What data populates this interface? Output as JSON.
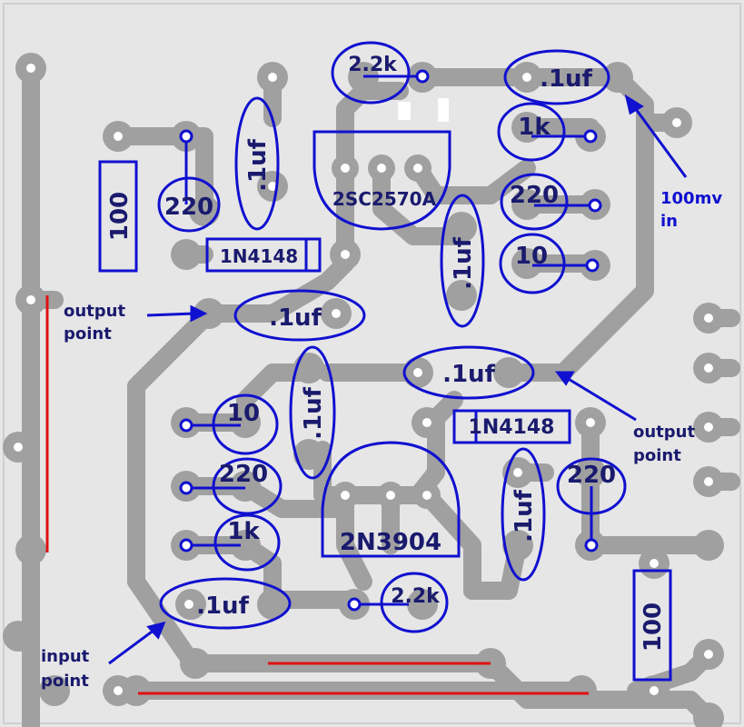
{
  "components": {
    "r_100_left": "100",
    "r_220_top_left": "220",
    "c_01_vert_top": ".1uf",
    "r_22k_top": "2.2k",
    "c_01_top_right": ".1uf",
    "transistor_top": "2SC2570A",
    "r_1k_top": "1k",
    "r_220_top_right": "220",
    "r_10_top_right": "10",
    "diode_top": "1N4148",
    "c_01_vert_center_right": ".1uf",
    "c_01_mid": ".1uf",
    "c_01_center_right": ".1uf",
    "c_01_vert_center_left": ".1uf",
    "r_10_bottom_left": "10",
    "r_220_bottom_left": "220",
    "r_1k_bottom_left": "1k",
    "diode_bottom": "1N4148",
    "r_220_bottom_right": "220",
    "transistor_bottom": "2N3904",
    "c_01_vert_bottom_right": ".1uf",
    "c_01_bottom_left": ".1uf",
    "r_22k_bottom": "2.2k",
    "r_100_right": "100"
  },
  "annotations": {
    "in_line1": "100mv",
    "in_line2": "in",
    "output_left_line1": "output",
    "output_left_line2": "point",
    "output_right_line1": "output",
    "output_right_line2": "point",
    "input_line1": "input",
    "input_line2": "point"
  },
  "colors": {
    "background": "#e6e6e6",
    "trace": "#a0a0a0",
    "pad_hole": "#ffffff",
    "marker": "#1010d0",
    "label_text": "#1a1a6e",
    "jumper": "#e01010"
  }
}
